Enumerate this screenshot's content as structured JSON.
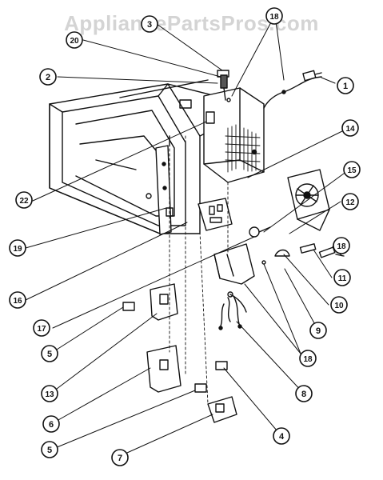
{
  "watermark": "AppliancePartsPros.com",
  "callouts": [
    {
      "id": "c1",
      "label": "1"
    },
    {
      "id": "c2",
      "label": "2"
    },
    {
      "id": "c3",
      "label": "3"
    },
    {
      "id": "c20",
      "label": "20"
    },
    {
      "id": "c18a",
      "label": "18"
    },
    {
      "id": "c14",
      "label": "14"
    },
    {
      "id": "c15",
      "label": "15"
    },
    {
      "id": "c12",
      "label": "12"
    },
    {
      "id": "c22",
      "label": "22"
    },
    {
      "id": "c19",
      "label": "19"
    },
    {
      "id": "c16",
      "label": "16"
    },
    {
      "id": "c18b",
      "label": "18"
    },
    {
      "id": "c11",
      "label": "11"
    },
    {
      "id": "c17",
      "label": "17"
    },
    {
      "id": "c10",
      "label": "10"
    },
    {
      "id": "c9",
      "label": "9"
    },
    {
      "id": "c18c",
      "label": "18"
    },
    {
      "id": "c5a",
      "label": "5"
    },
    {
      "id": "c13",
      "label": "13"
    },
    {
      "id": "c8a",
      "label": "8"
    },
    {
      "id": "c6",
      "label": "6"
    },
    {
      "id": "c4",
      "label": "4"
    },
    {
      "id": "c5b",
      "label": "5"
    },
    {
      "id": "c7",
      "label": "7"
    }
  ]
}
